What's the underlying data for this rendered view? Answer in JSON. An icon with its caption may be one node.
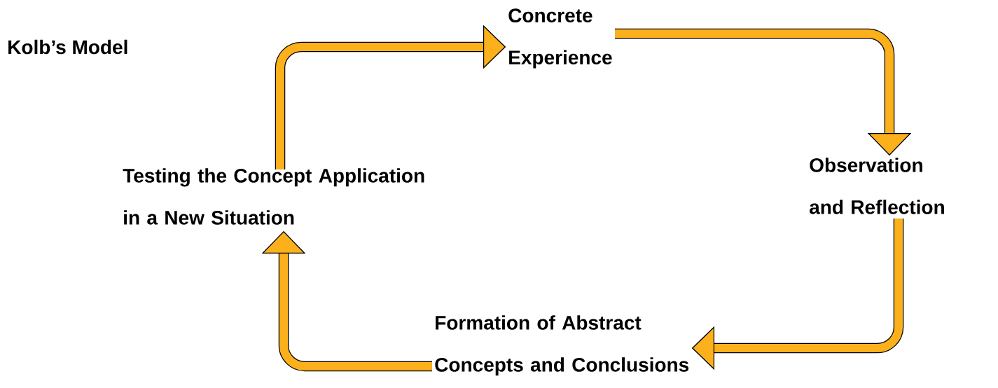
{
  "diagram": {
    "title": "Kolb’s Model",
    "nodes": [
      {
        "text": [
          "Concrete Experience"
        ]
      },
      {
        "text": [
          "Observation and Reflection"
        ]
      },
      {
        "text": [
          "Formation of Abstract Concepts and Conclusions"
        ]
      },
      {
        "text": [
          "Testing the Concept Application in a New Situation"
        ]
      }
    ],
    "edges": [
      {
        "from": 3,
        "to": 0,
        "arrow": "to"
      },
      {
        "from": 0,
        "to": 1,
        "arrow": "to"
      },
      {
        "from": 1,
        "to": 2,
        "arrow": "to"
      },
      {
        "from": 2,
        "to": 3,
        "arrow": "to"
      }
    ]
  }
}
